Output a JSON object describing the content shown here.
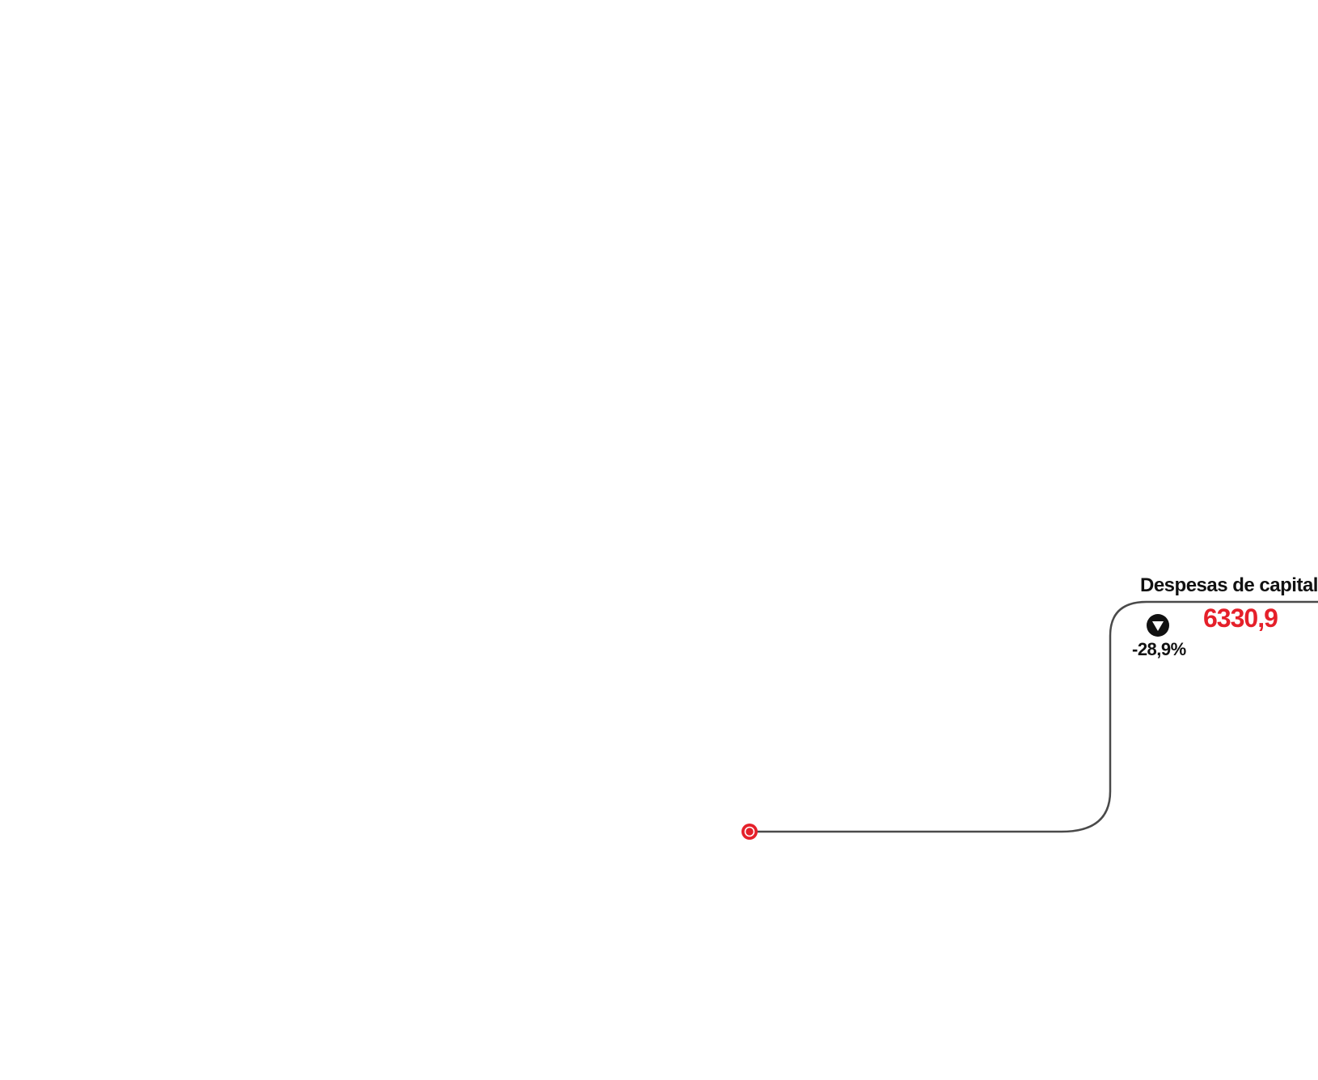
{
  "node": {
    "title": "Despesas de capital",
    "value": "6330,9",
    "change": "-28,9%",
    "change_direction_icon": "triangle-down-icon"
  },
  "colors": {
    "accent": "#e5202a",
    "connector": "#4a4a4a",
    "text": "#111111",
    "icon_bg": "#111111",
    "icon_fg": "#ffffff"
  }
}
